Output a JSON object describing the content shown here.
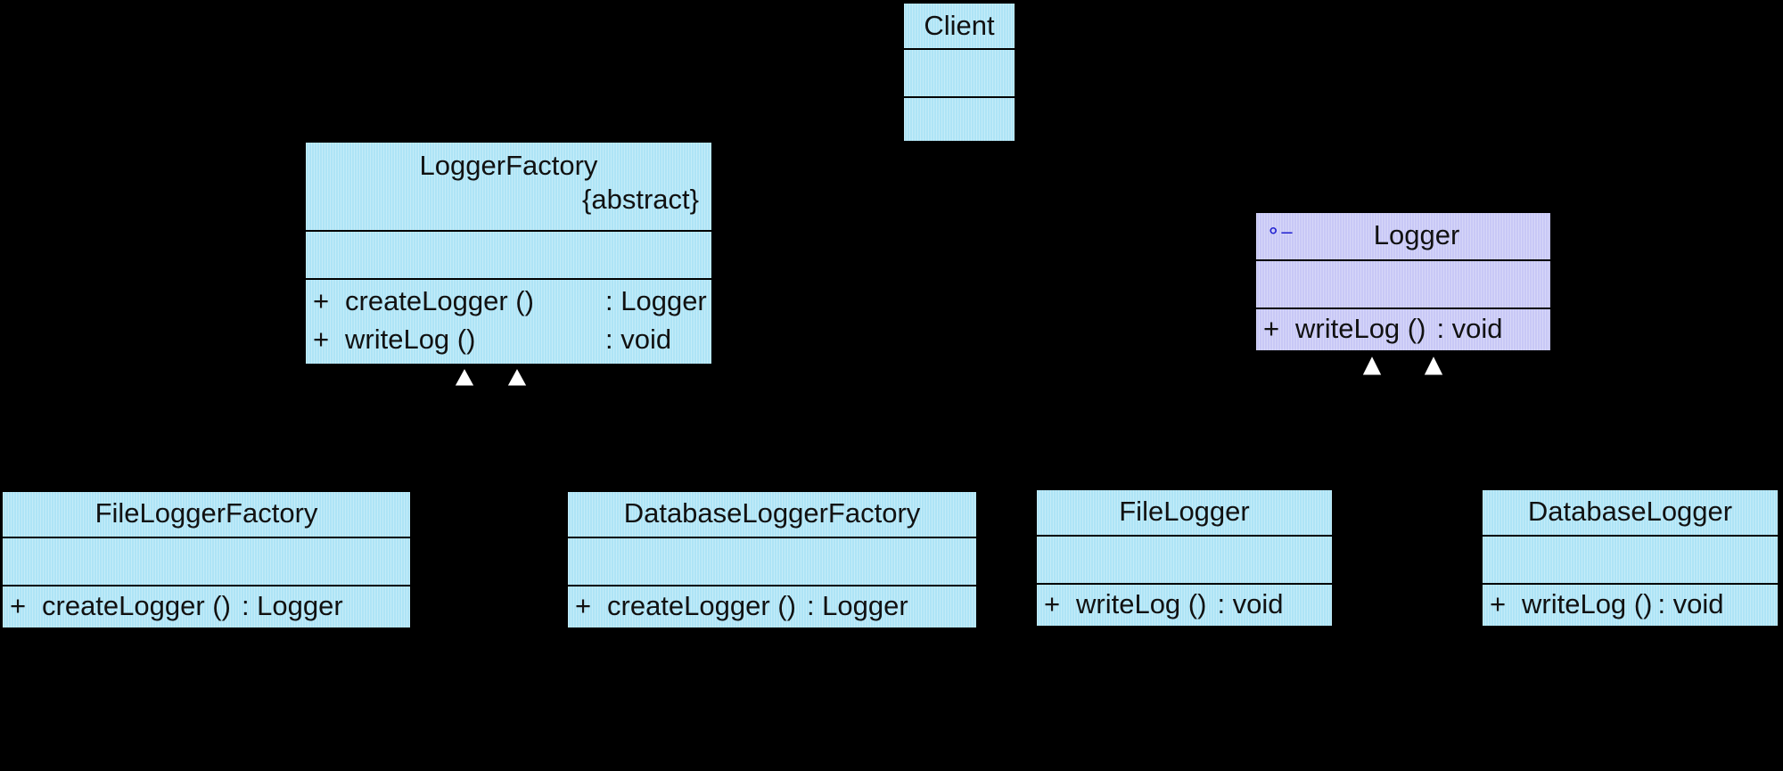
{
  "diagram": {
    "client": {
      "name": "Client"
    },
    "logger_factory": {
      "name": "LoggerFactory",
      "stereotype": "{abstract}",
      "operations": [
        {
          "visibility": "+",
          "name": "createLogger ()",
          "type": ": Logger"
        },
        {
          "visibility": "+",
          "name": "writeLog ()",
          "type": ": void"
        }
      ]
    },
    "logger": {
      "name": "Logger",
      "kind_icon": "interface-icon",
      "operations": [
        {
          "visibility": "+",
          "name": "writeLog ()",
          "type": ": void"
        }
      ]
    },
    "file_logger_factory": {
      "name": "FileLoggerFactory",
      "operations": [
        {
          "visibility": "+",
          "name": "createLogger ()",
          "type": ": Logger"
        }
      ]
    },
    "database_logger_factory": {
      "name": "DatabaseLoggerFactory",
      "operations": [
        {
          "visibility": "+",
          "name": "createLogger ()",
          "type": ": Logger"
        }
      ]
    },
    "file_logger": {
      "name": "FileLogger",
      "operations": [
        {
          "visibility": "+",
          "name": "writeLog ()",
          "type": ": void"
        }
      ]
    },
    "database_logger": {
      "name": "DatabaseLogger",
      "operations": [
        {
          "visibility": "+",
          "name": "writeLog ()",
          "type": ": void"
        }
      ]
    }
  },
  "colors": {
    "background": "#000000",
    "class_fill": "#aee4f6",
    "interface_fill": "#c8c8f6",
    "border": "#000000",
    "arrowhead": "#ffffff"
  }
}
